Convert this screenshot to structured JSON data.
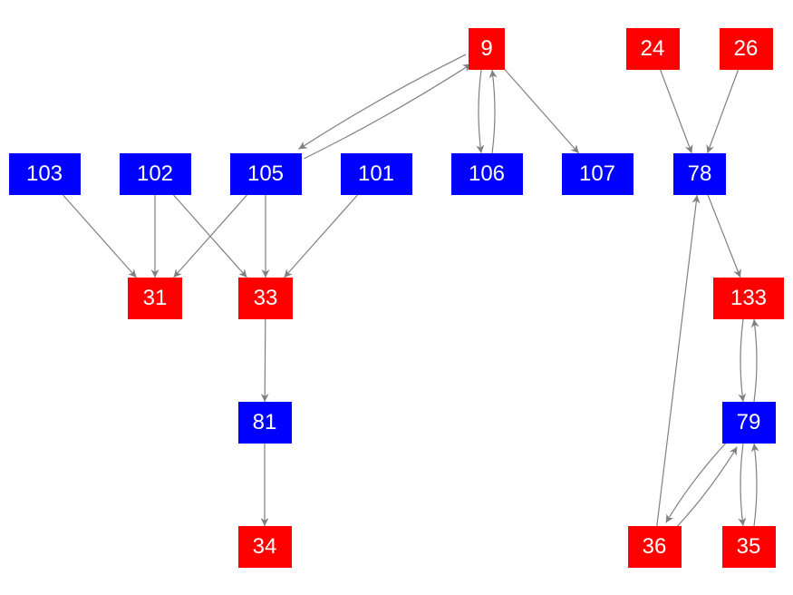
{
  "colors": {
    "red": "#ff0000",
    "blue": "#0000ff",
    "edge": "#808080"
  },
  "nodes": [
    {
      "id": "9",
      "label": "9",
      "color": "red"
    },
    {
      "id": "24",
      "label": "24",
      "color": "red"
    },
    {
      "id": "26",
      "label": "26",
      "color": "red"
    },
    {
      "id": "103",
      "label": "103",
      "color": "blue"
    },
    {
      "id": "102",
      "label": "102",
      "color": "blue"
    },
    {
      "id": "105",
      "label": "105",
      "color": "blue"
    },
    {
      "id": "101",
      "label": "101",
      "color": "blue"
    },
    {
      "id": "106",
      "label": "106",
      "color": "blue"
    },
    {
      "id": "107",
      "label": "107",
      "color": "blue"
    },
    {
      "id": "78",
      "label": "78",
      "color": "blue"
    },
    {
      "id": "31",
      "label": "31",
      "color": "red"
    },
    {
      "id": "33",
      "label": "33",
      "color": "red"
    },
    {
      "id": "133",
      "label": "133",
      "color": "red"
    },
    {
      "id": "81",
      "label": "81",
      "color": "blue"
    },
    {
      "id": "79",
      "label": "79",
      "color": "blue"
    },
    {
      "id": "34",
      "label": "34",
      "color": "red"
    },
    {
      "id": "36",
      "label": "36",
      "color": "red"
    },
    {
      "id": "35",
      "label": "35",
      "color": "red"
    }
  ],
  "edges": [
    {
      "from": "9",
      "to": "105"
    },
    {
      "from": "105",
      "to": "9"
    },
    {
      "from": "9",
      "to": "106"
    },
    {
      "from": "106",
      "to": "9"
    },
    {
      "from": "9",
      "to": "107"
    },
    {
      "from": "24",
      "to": "78"
    },
    {
      "from": "26",
      "to": "78"
    },
    {
      "from": "103",
      "to": "31"
    },
    {
      "from": "102",
      "to": "31"
    },
    {
      "from": "102",
      "to": "33"
    },
    {
      "from": "105",
      "to": "31"
    },
    {
      "from": "105",
      "to": "33"
    },
    {
      "from": "101",
      "to": "33"
    },
    {
      "from": "33",
      "to": "81"
    },
    {
      "from": "81",
      "to": "34"
    },
    {
      "from": "78",
      "to": "133"
    },
    {
      "from": "133",
      "to": "79"
    },
    {
      "from": "79",
      "to": "133"
    },
    {
      "from": "36",
      "to": "78"
    },
    {
      "from": "79",
      "to": "36"
    },
    {
      "from": "36",
      "to": "79"
    },
    {
      "from": "79",
      "to": "35"
    },
    {
      "from": "35",
      "to": "79"
    }
  ]
}
